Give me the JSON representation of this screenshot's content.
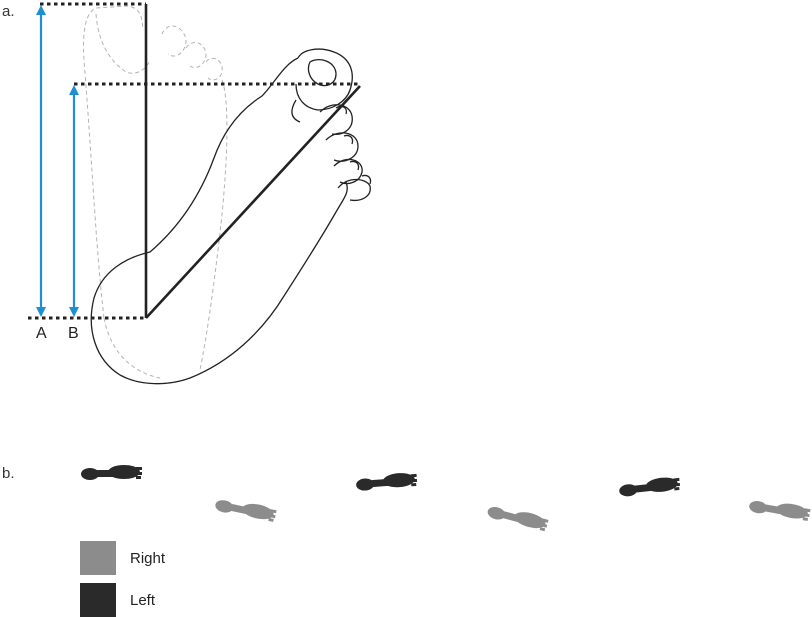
{
  "panel_a": {
    "label": "a.",
    "measure_a_label": "A",
    "measure_b_label": "B"
  },
  "panel_b": {
    "label": "b.",
    "legend": [
      {
        "text": "Right",
        "color": "#8c8c8c"
      },
      {
        "text": "Left",
        "color": "#2a2a2a"
      }
    ],
    "footprints": [
      "left",
      "right",
      "left",
      "right",
      "left",
      "right"
    ]
  },
  "colors": {
    "arrow": "#1e8fd0",
    "outline": "#222222",
    "faint_outline": "#b3b3b3",
    "left_print": "#2a2a2a",
    "right_print": "#8c8c8c"
  }
}
